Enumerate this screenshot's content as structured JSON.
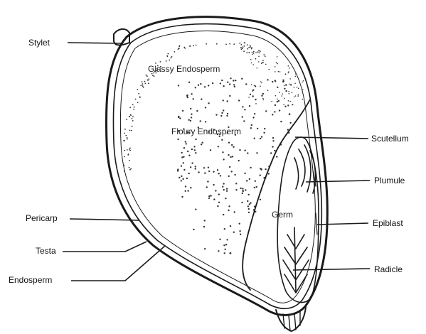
{
  "diagram": {
    "outer_labels": {
      "stylet": "Stylet",
      "pericarp": "Pericarp",
      "testa": "Testa",
      "endosperm": "Endosperm",
      "scutellum": "Scutellum",
      "plumule": "Plumule",
      "epiblast": "Epiblast",
      "radicle": "Radicle"
    },
    "inner_labels": {
      "glassy_endosperm": "Glassy Endosperm",
      "floury_endosperm": "Floury Endosperm",
      "germ": "Germ"
    },
    "colors": {
      "ink": "#1a1a1a",
      "background": "#ffffff"
    }
  }
}
